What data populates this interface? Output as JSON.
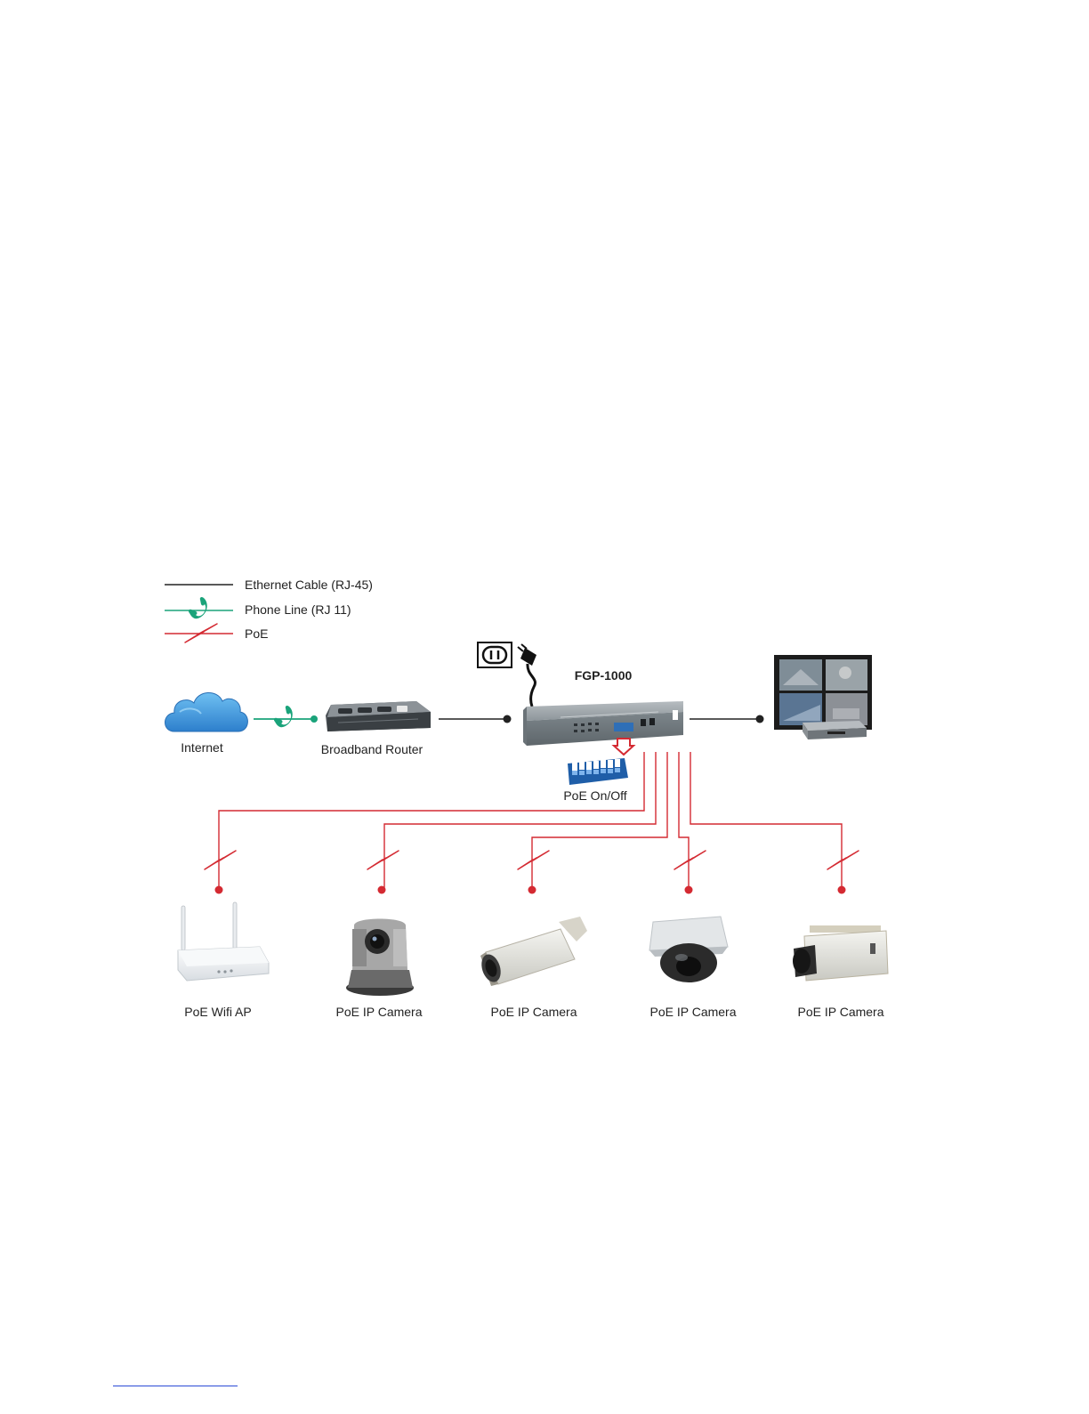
{
  "legend": {
    "ethernet": "Ethernet Cable (RJ-45)",
    "phone": "Phone Line (RJ 11)",
    "poe": "PoE"
  },
  "nodes": {
    "internet": "Internet",
    "router": "Broadband Router",
    "switch": "FGP-1000",
    "poe_switch": "PoE On/Off",
    "devices": [
      "PoE Wifi AP",
      "PoE IP Camera",
      "PoE IP Camera",
      "PoE IP Camera",
      "PoE IP Camera"
    ]
  },
  "colors": {
    "ethernet": "#222222",
    "phone": "#1aa37a",
    "poe": "#d42a32",
    "cloud": "#3a8fd8",
    "switch_body": "#8a9297"
  }
}
